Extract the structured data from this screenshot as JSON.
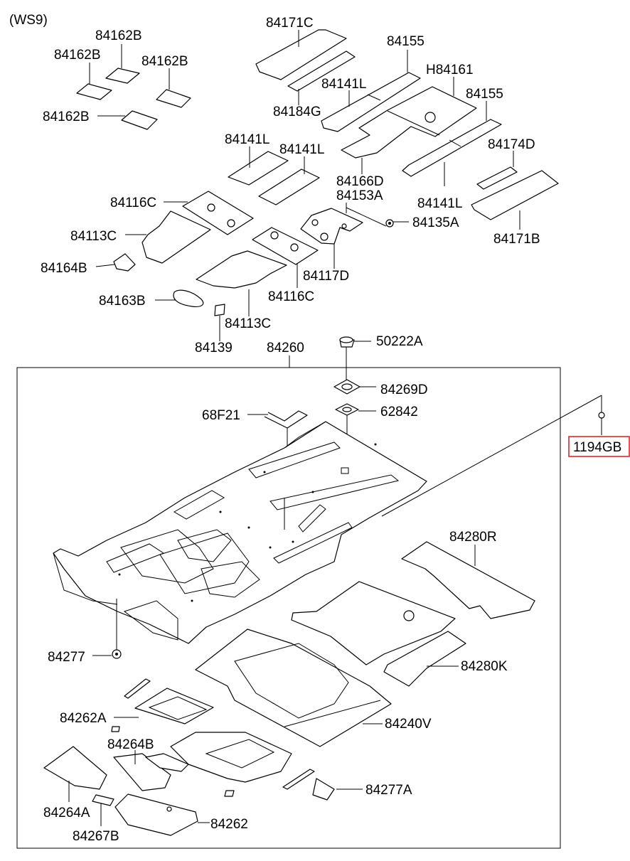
{
  "variant": "(WS9)",
  "highlight_color": "#e0262b",
  "labels": {
    "p84162B_a": "84162B",
    "p84162B_b": "84162B",
    "p84162B_c": "84162B",
    "p84162B_d": "84162B",
    "p84171C": "84171C",
    "p84155_top": "84155",
    "p84141L_a": "84141L",
    "pH84161": "H84161",
    "p84184G": "84184G",
    "p84155_right": "84155",
    "p84141L_b": "84141L",
    "p84141L_c": "84141L",
    "p84174D": "84174D",
    "p84166D": "84166D",
    "p84153A": "84153A",
    "p84141L_d": "84141L",
    "p84116C_a": "84116C",
    "p84135A": "84135A",
    "p84113C_a": "84113C",
    "p84171B": "84171B",
    "p84164B": "84164B",
    "p84117D": "84117D",
    "p84163B": "84163B",
    "p84116C_b": "84116C",
    "p84113C_b": "84113C",
    "p84139": "84139",
    "p84260": "84260",
    "p50222A": "50222A",
    "p84269D": "84269D",
    "p68F21": "68F21",
    "p62842": "62842",
    "p1194GB": "1194GB",
    "p84280R": "84280R",
    "p84277_left": "84277",
    "p84280K": "84280K",
    "p84262A": "84262A",
    "p84240V": "84240V",
    "p84264B": "84264B",
    "p84277A": "84277A",
    "p84264A": "84264A",
    "p84262": "84262",
    "p84267B": "84267B"
  }
}
